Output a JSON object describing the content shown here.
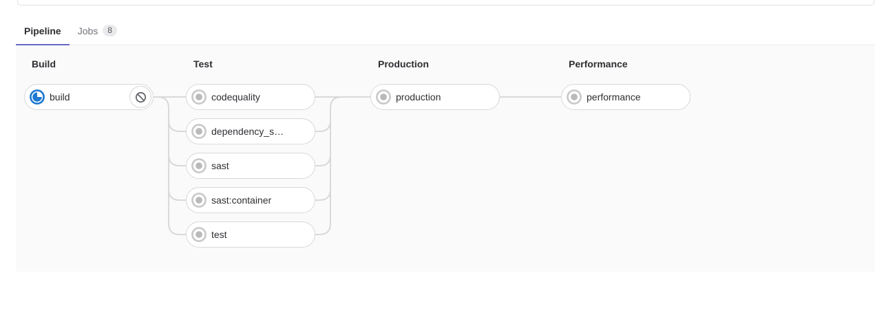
{
  "tabs": {
    "pipeline": {
      "label": "Pipeline"
    },
    "jobs": {
      "label": "Jobs",
      "badge": "8"
    }
  },
  "stages": [
    {
      "title": "Build",
      "jobs": [
        {
          "label": "build",
          "status": "running",
          "action": "cancel"
        }
      ]
    },
    {
      "title": "Test",
      "jobs": [
        {
          "label": "codequality",
          "status": "created"
        },
        {
          "label": "dependency_s…",
          "status": "created"
        },
        {
          "label": "sast",
          "status": "created"
        },
        {
          "label": "sast:container",
          "status": "created"
        },
        {
          "label": "test",
          "status": "created"
        }
      ]
    },
    {
      "title": "Production",
      "jobs": [
        {
          "label": "production",
          "status": "created"
        }
      ]
    },
    {
      "title": "Performance",
      "jobs": [
        {
          "label": "performance",
          "status": "created"
        }
      ]
    }
  ],
  "colors": {
    "active_tab_indicator": "#6666c4",
    "status_running": "#1f78d1",
    "status_created": "#bababa",
    "connector_line": "#d9d9d9",
    "graph_background": "#fafafa"
  }
}
